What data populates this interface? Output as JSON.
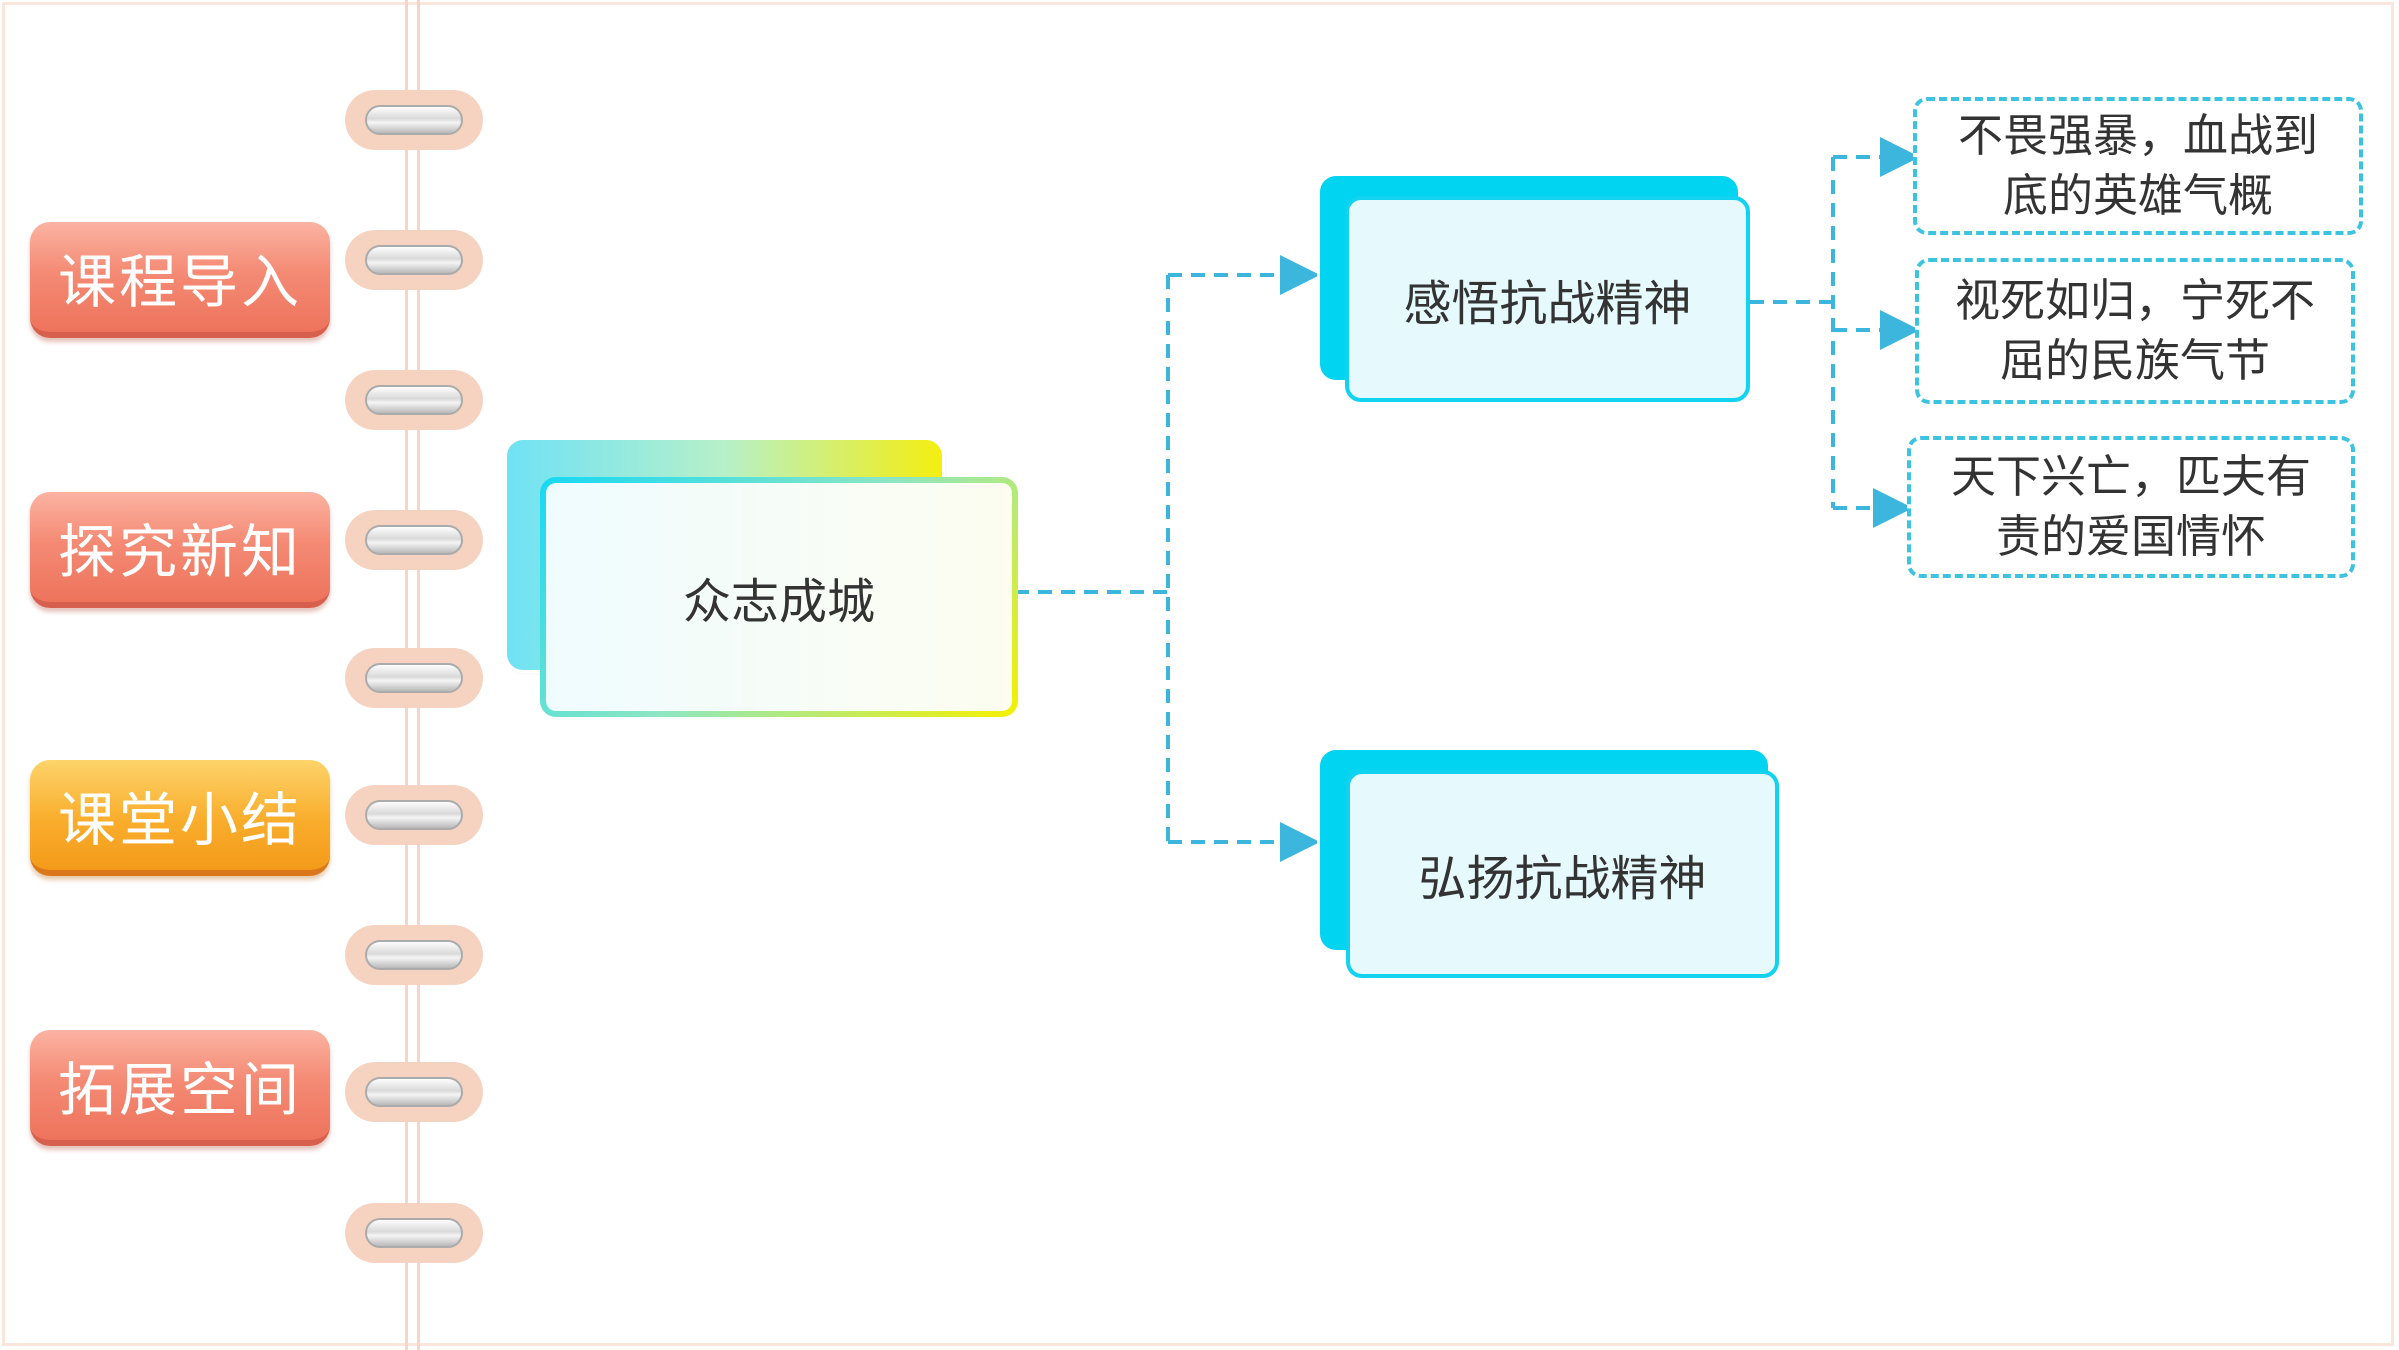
{
  "nav": {
    "tabs": [
      {
        "label": "课程导入",
        "style": "red"
      },
      {
        "label": "探究新知",
        "style": "red"
      },
      {
        "label": "课堂小结",
        "style": "orange"
      },
      {
        "label": "拓展空间",
        "style": "red"
      }
    ]
  },
  "mindmap": {
    "root": "众志成城",
    "branch1": {
      "title": "感悟抗战精神",
      "leaves": [
        "不畏强暴，血战到底的英雄气概",
        "视死如归，宁死不屈的民族气节",
        "天下兴亡，匹夫有责的爱国情怀"
      ]
    },
    "branch2": {
      "title": "弘扬抗战精神"
    }
  },
  "colors": {
    "accent_cyan": "#00d4f0",
    "connector": "#3cb6dc",
    "tab_red": "#ee735c",
    "tab_orange": "#f49a1a"
  }
}
